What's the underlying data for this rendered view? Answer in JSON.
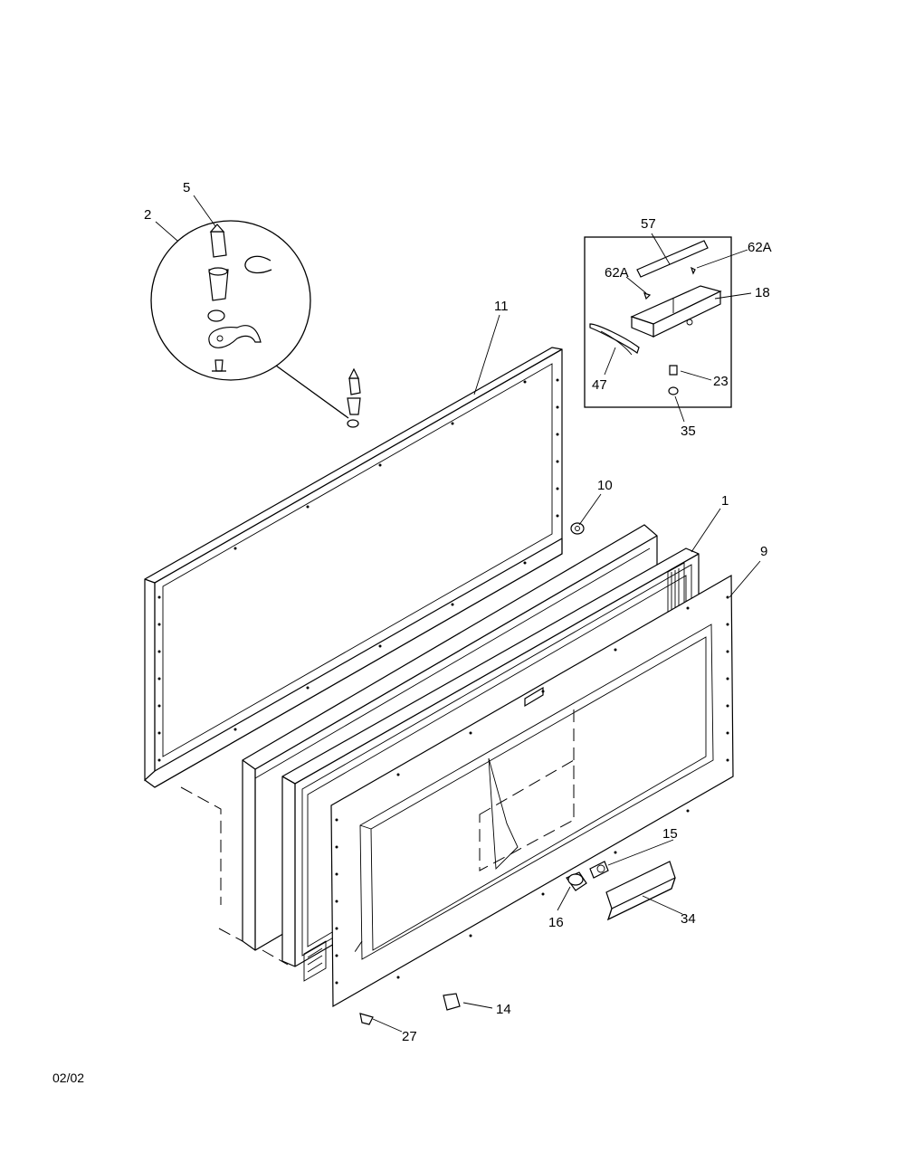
{
  "callouts": {
    "c1": "1",
    "c2": "2",
    "c5": "5",
    "c9": "9",
    "c10": "10",
    "c11": "11",
    "c14": "14",
    "c15": "15",
    "c16": "16",
    "c18": "18",
    "c23": "23",
    "c27": "27",
    "c34": "34",
    "c35": "35",
    "c47": "47",
    "c57": "57",
    "c62a_left": "62A",
    "c62a_right": "62A"
  },
  "footer": {
    "code": "02/02"
  }
}
